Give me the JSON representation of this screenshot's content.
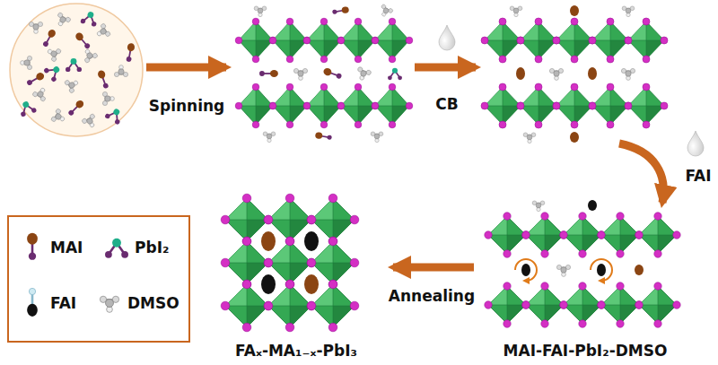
{
  "diagram": {
    "labels": [
      "Spinning",
      "CB",
      "FAI",
      "Annealing",
      "FAₓ-MA₁₋ₓ-PbI₃",
      "MAI-FAI-PbI₂-DMSO"
    ],
    "legend": [
      {
        "text": "MAI"
      },
      {
        "text": "PbI₂"
      },
      {
        "text": "FAI"
      },
      {
        "text": "DMSO"
      }
    ]
  }
}
